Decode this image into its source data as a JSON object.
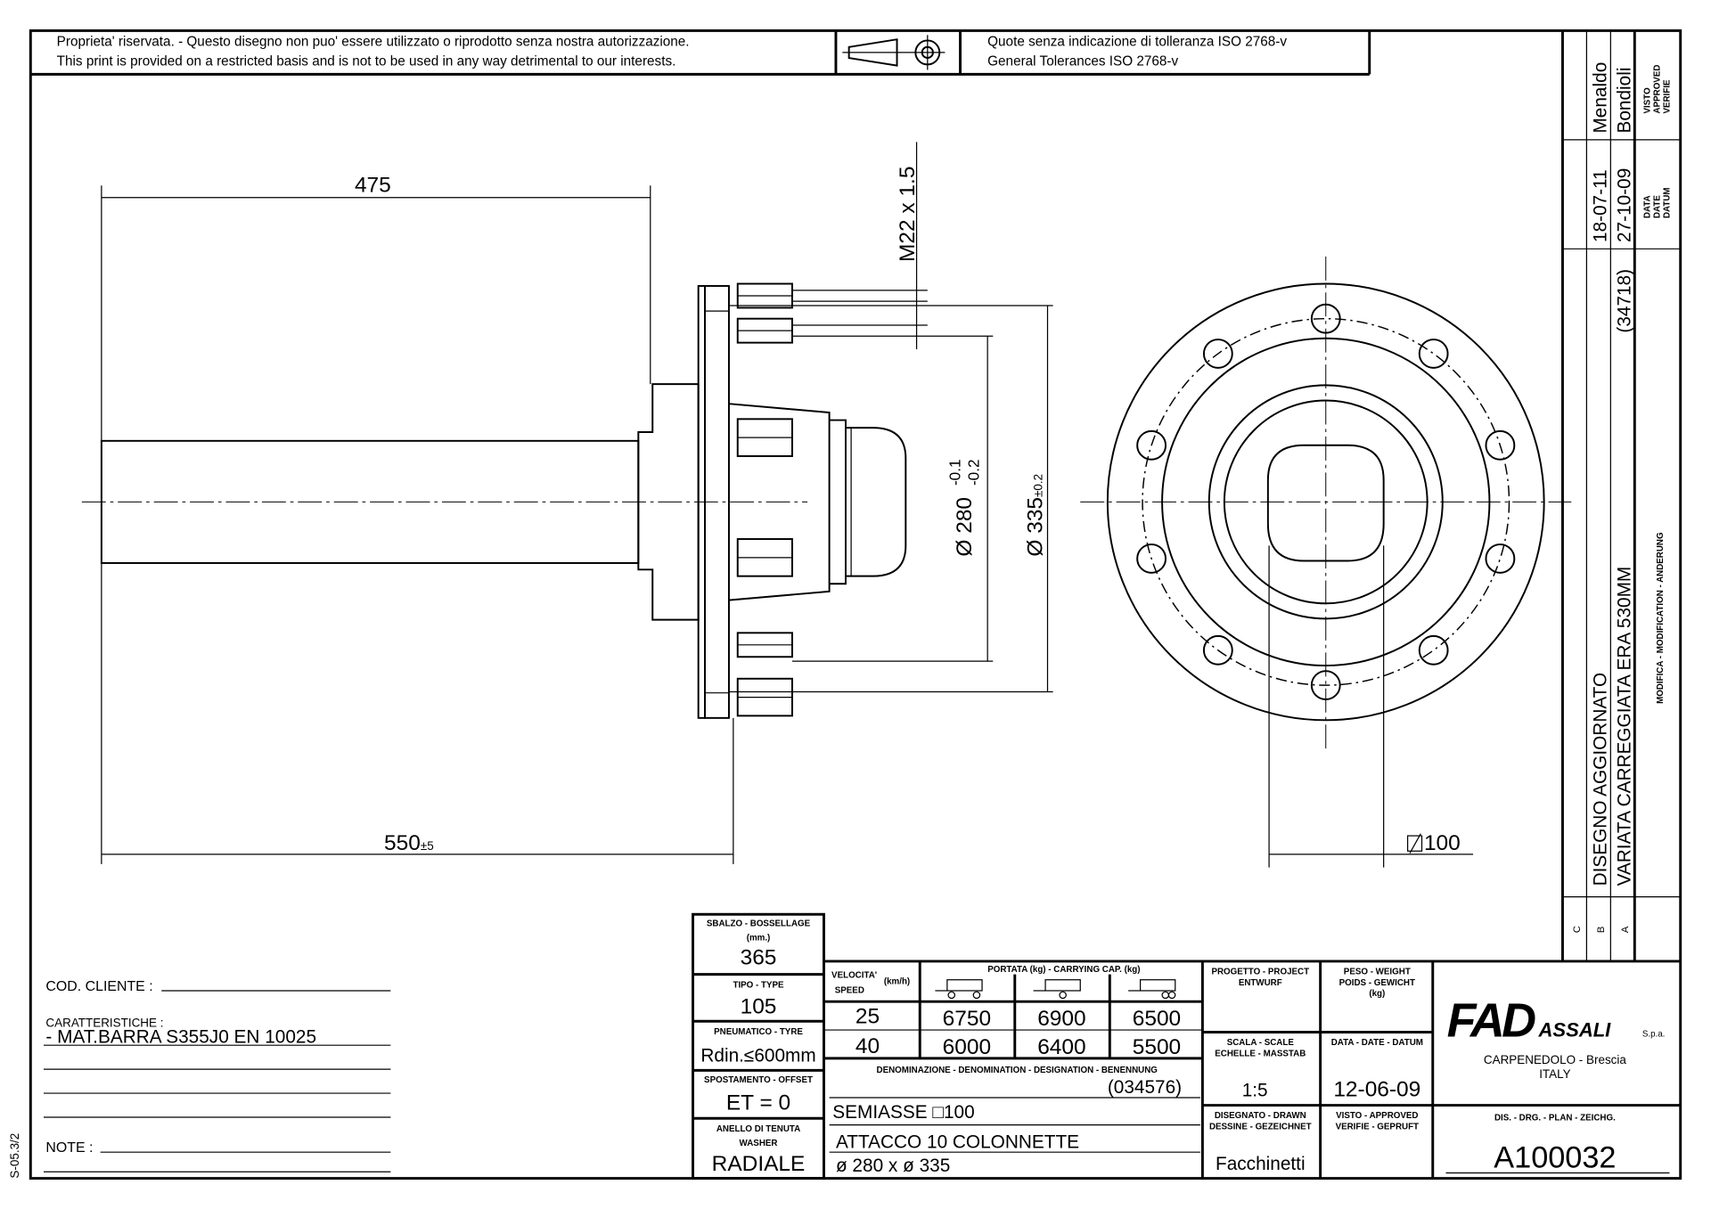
{
  "header": {
    "notice_it": "Proprieta' riservata. - Questo disegno non puo' essere utilizzato o riprodotto senza nostra autorizzazione.",
    "notice_en": "This print is provided on a restricted basis and is not to be used in any way detrimental to our interests.",
    "projection_icon": "first-angle-projection-icon",
    "tolerance_it": "Quote senza indicazione di tolleranza ISO 2768-v",
    "tolerance_en": "General Tolerances ISO 2768-v"
  },
  "dimensions": {
    "length_475": "475",
    "length_550": "550",
    "length_550_tol": "±5",
    "thread": "M22 x 1.5",
    "d280": "Ø 280",
    "d280_tol_upper": "-0.1",
    "d280_tol_lower": "-0.2",
    "d335": "Ø 335",
    "d335_tol": "±0.2",
    "square": "100"
  },
  "revisions": {
    "rows": [
      {
        "letter": "C",
        "description": "",
        "date": "",
        "approved": ""
      },
      {
        "letter": "B",
        "description": "DISEGNO AGGIORNATO",
        "date": "18-07-11",
        "approved": "Menaldo"
      },
      {
        "letter": "A",
        "description": "VARIATA CARREGGIATA ERA 530MM",
        "ref": "(34718)",
        "date": "27-10-09",
        "approved": "Bondioli"
      }
    ],
    "label_modification": "MODIFICA - MODIFICATION - ANDERUNG",
    "label_date": [
      "DATA",
      "DATE",
      "DATUM"
    ],
    "label_approved": [
      "VISTO",
      "APPROVED",
      "VERIFIE"
    ]
  },
  "notes": {
    "client_code_label": "COD. CLIENTE :",
    "characteristics_label": "CARATTERISTICHE :",
    "characteristics_value": "- MAT.BARRA S355J0 EN 10025",
    "note_label": "NOTE :",
    "side_code": "S-05.3/2"
  },
  "specs": {
    "overhang_label": "SBALZO - BOSSELLAGE",
    "overhang_unit": "(mm.)",
    "overhang_value": "365",
    "type_label": "TIPO - TYPE",
    "type_value": "105",
    "tyre_label": "PNEUMATICO - TYRE",
    "tyre_value": "Rdin.≤600mm",
    "offset_label": "SPOSTAMENTO - OFFSET",
    "offset_value": "ET = 0",
    "washer_label_1": "ANELLO DI TENUTA",
    "washer_label_2": "WASHER",
    "washer_value": "RADIALE"
  },
  "capacity": {
    "speed_label_1": "VELOCITA'",
    "speed_label_2": "SPEED",
    "speed_unit": "(km/h)",
    "capacity_label": "PORTATA (kg) - CARRYING CAP. (kg)",
    "rows": [
      {
        "speed": "25",
        "values": [
          "6750",
          "6900",
          "6500"
        ]
      },
      {
        "speed": "40",
        "values": [
          "6000",
          "6400",
          "5500"
        ]
      }
    ]
  },
  "designation": {
    "label": "DENOMINAZIONE - DENOMINATION - DESIGNATION - BENENNUNG",
    "code": "(034576)",
    "line1": "SEMIASSE",
    "line1_size": "100",
    "line2": "ATTACCO 10 COLONNETTE",
    "line3": "ø 280 x ø 335"
  },
  "title_block": {
    "project_label_1": "PROGETTO - PROJECT",
    "project_label_2": "ENTWURF",
    "weight_label_1": "PESO - WEIGHT",
    "weight_label_2": "POIDS - GEWICHT",
    "weight_label_3": "(kg)",
    "scale_label_1": "SCALA - SCALE",
    "scale_label_2": "ECHELLE - MASSTAB",
    "scale_value": "1:5",
    "date_label": "DATA - DATE - DATUM",
    "date_value": "12-06-09",
    "drawn_label_1": "DISEGNATO - DRAWN",
    "drawn_label_2": "DESSINE - GEZEICHNET",
    "drawn_value": "Facchinetti",
    "approved_label_1": "VISTO - APPROVED",
    "approved_label_2": "VERIFIE - GEPRUFT",
    "company_logo": "FAD",
    "company_logo_2": "ASSALI",
    "company_suffix": "S.p.a.",
    "company_city": "CARPENEDOLO  - Brescia",
    "company_country": "ITALY",
    "drawing_no_label": "DIS. - DRG. - PLAN - ZEICHG.",
    "drawing_no": "A100032"
  }
}
